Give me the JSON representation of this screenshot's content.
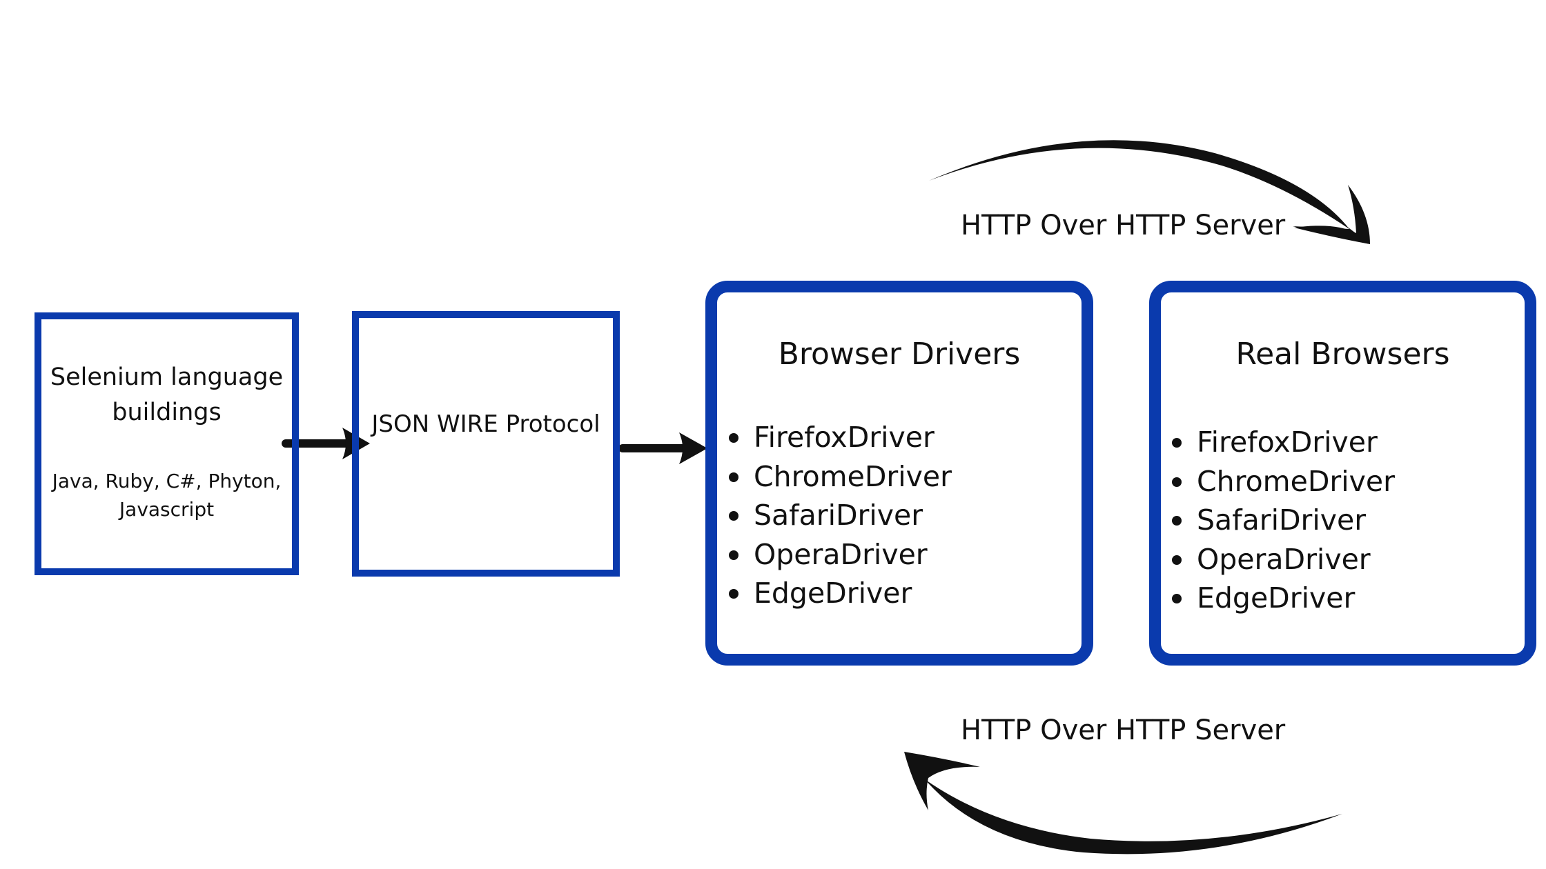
{
  "boxes": {
    "language_bindings": {
      "title": "Selenium language buildings",
      "languages": "Java, Ruby, C#, Phyton, Javascript"
    },
    "protocol": {
      "title": "JSON WIRE Protocol"
    },
    "browser_drivers": {
      "title": "Browser Drivers",
      "items": [
        "FirefoxDriver",
        "ChromeDriver",
        "SafariDriver",
        "OperaDriver",
        "EdgeDriver"
      ]
    },
    "real_browsers": {
      "title": "Real Browsers",
      "items": [
        "FirefoxDriver",
        "ChromeDriver",
        "SafariDriver",
        "OperaDriver",
        "EdgeDriver"
      ]
    }
  },
  "labels": {
    "top": "HTTP Over HTTP Server",
    "bottom": "HTTP Over HTTP Server"
  },
  "colors": {
    "box_border": "#0a3aad",
    "arrow": "#111111"
  }
}
